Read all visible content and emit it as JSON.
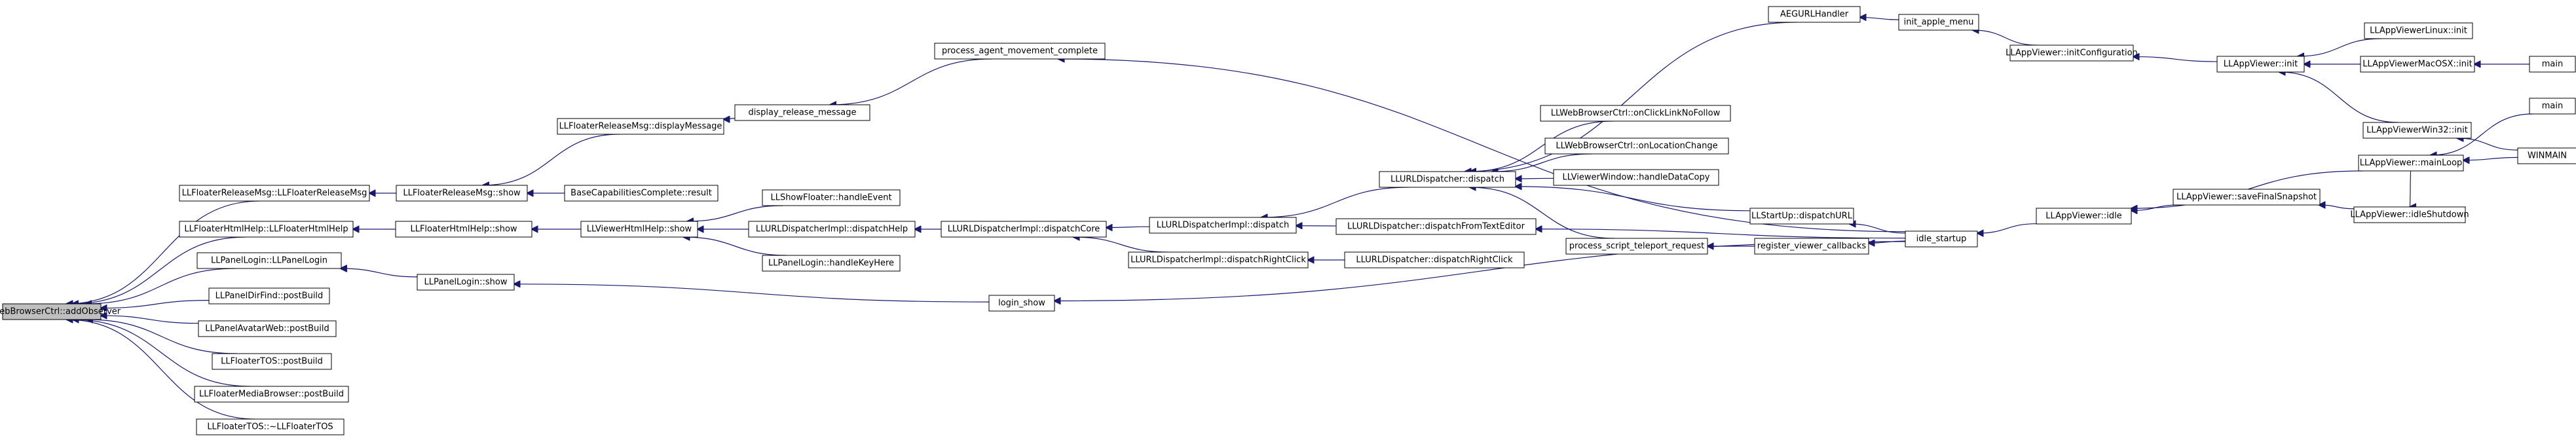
{
  "graph": {
    "edge_color": "#191970",
    "root_fill": "#bfbfbf",
    "nodes": [
      {
        "id": "n0",
        "label": "LLWebBrowserCtrl::addObserver"
      },
      {
        "id": "n1",
        "label": "LLFloaterReleaseMsg::LLFloaterReleaseMsg"
      },
      {
        "id": "n2",
        "label": "LLFloaterHtmlHelp::LLFloaterHtmlHelp"
      },
      {
        "id": "n3",
        "label": "LLPanelLogin::LLPanelLogin"
      },
      {
        "id": "n4",
        "label": "LLPanelDirFind::postBuild"
      },
      {
        "id": "n5",
        "label": "LLPanelAvatarWeb::postBuild"
      },
      {
        "id": "n6",
        "label": "LLFloaterTOS::postBuild"
      },
      {
        "id": "n7",
        "label": "LLFloaterMediaBrowser::postBuild"
      },
      {
        "id": "n8",
        "label": "LLFloaterTOS::~LLFloaterTOS"
      },
      {
        "id": "n9",
        "label": "LLFloaterReleaseMsg::show"
      },
      {
        "id": "n10",
        "label": "LLFloaterReleaseMsg::displayMessage"
      },
      {
        "id": "n11",
        "label": "BaseCapabilitiesComplete::result"
      },
      {
        "id": "n12",
        "label": "display_release_message"
      },
      {
        "id": "n13",
        "label": "process_agent_movement_complete"
      },
      {
        "id": "n14",
        "label": "LLFloaterHtmlHelp::show"
      },
      {
        "id": "n15",
        "label": "LLViewerHtmlHelp::show"
      },
      {
        "id": "n16",
        "label": "LLShowFloater::handleEvent"
      },
      {
        "id": "n17",
        "label": "LLURLDispatcherImpl::dispatchHelp"
      },
      {
        "id": "n18",
        "label": "LLPanelLogin::handleKeyHere"
      },
      {
        "id": "n19",
        "label": "LLURLDispatcherImpl::dispatchCore"
      },
      {
        "id": "n20",
        "label": "LLURLDispatcherImpl::dispatch"
      },
      {
        "id": "n21",
        "label": "LLURLDispatcherImpl::dispatchRightClick"
      },
      {
        "id": "n22",
        "label": "LLURLDispatcher::dispatch"
      },
      {
        "id": "n23",
        "label": "LLURLDispatcher::dispatchFromTextEditor"
      },
      {
        "id": "n24",
        "label": "LLURLDispatcher::dispatchRightClick"
      },
      {
        "id": "n25",
        "label": "LLPanelLogin::show"
      },
      {
        "id": "n26",
        "label": "login_show"
      },
      {
        "id": "n27",
        "label": "AEGURLHandler"
      },
      {
        "id": "n28",
        "label": "LLWebBrowserCtrl::onClickLinkNoFollow"
      },
      {
        "id": "n29",
        "label": "LLWebBrowserCtrl::onLocationChange"
      },
      {
        "id": "n30",
        "label": "LLViewerWindow::handleDataCopy"
      },
      {
        "id": "n31",
        "label": "LLStartUp::dispatchURL"
      },
      {
        "id": "n32",
        "label": "process_script_teleport_request"
      },
      {
        "id": "n33",
        "label": "register_viewer_callbacks"
      },
      {
        "id": "n34",
        "label": "idle_startup"
      },
      {
        "id": "n35",
        "label": "init_apple_menu"
      },
      {
        "id": "n36",
        "label": "LLAppViewer::initConfiguration"
      },
      {
        "id": "n37",
        "label": "LLAppViewer::init"
      },
      {
        "id": "n38",
        "label": "LLAppViewer::idle"
      },
      {
        "id": "n39",
        "label": "LLAppViewer::saveFinalSnapshot"
      },
      {
        "id": "n40",
        "label": "LLAppViewer::mainLoop"
      },
      {
        "id": "n41",
        "label": "LLAppViewer::idleShutdown"
      },
      {
        "id": "n42",
        "label": "LLAppViewerLinux::init"
      },
      {
        "id": "n43",
        "label": "LLAppViewerMacOSX::init"
      },
      {
        "id": "n44",
        "label": "LLAppViewerWin32::init"
      },
      {
        "id": "n45",
        "label": "main"
      },
      {
        "id": "n46",
        "label": "main"
      },
      {
        "id": "n47",
        "label": "WINMAIN"
      }
    ],
    "edges": [
      [
        "n1",
        "n0"
      ],
      [
        "n2",
        "n0"
      ],
      [
        "n3",
        "n0"
      ],
      [
        "n4",
        "n0"
      ],
      [
        "n5",
        "n0"
      ],
      [
        "n6",
        "n0"
      ],
      [
        "n7",
        "n0"
      ],
      [
        "n8",
        "n0"
      ],
      [
        "n9",
        "n1"
      ],
      [
        "n10",
        "n9"
      ],
      [
        "n11",
        "n9"
      ],
      [
        "n12",
        "n10"
      ],
      [
        "n13",
        "n12"
      ],
      [
        "n14",
        "n2"
      ],
      [
        "n15",
        "n14"
      ],
      [
        "n16",
        "n15"
      ],
      [
        "n17",
        "n15"
      ],
      [
        "n18",
        "n15"
      ],
      [
        "n19",
        "n17"
      ],
      [
        "n20",
        "n19"
      ],
      [
        "n21",
        "n19"
      ],
      [
        "n22",
        "n20"
      ],
      [
        "n23",
        "n20"
      ],
      [
        "n24",
        "n21"
      ],
      [
        "n25",
        "n3"
      ],
      [
        "n26",
        "n25"
      ],
      [
        "n27",
        "n22"
      ],
      [
        "n28",
        "n22"
      ],
      [
        "n29",
        "n22"
      ],
      [
        "n30",
        "n22"
      ],
      [
        "n31",
        "n22"
      ],
      [
        "n32",
        "n22"
      ],
      [
        "n33",
        "n32"
      ],
      [
        "n34",
        "n31"
      ],
      [
        "n34",
        "n33"
      ],
      [
        "n34",
        "n23"
      ],
      [
        "n34",
        "n26"
      ],
      [
        "n34",
        "n13"
      ],
      [
        "n35",
        "n27"
      ],
      [
        "n36",
        "n35"
      ],
      [
        "n37",
        "n36"
      ],
      [
        "n38",
        "n34"
      ],
      [
        "n39",
        "n38"
      ],
      [
        "n40",
        "n38"
      ],
      [
        "n41",
        "n39"
      ],
      [
        "n40",
        "n41"
      ],
      [
        "n42",
        "n37"
      ],
      [
        "n43",
        "n37"
      ],
      [
        "n44",
        "n37"
      ],
      [
        "n46",
        "n43"
      ],
      [
        "n45",
        "n40"
      ],
      [
        "n47",
        "n40"
      ],
      [
        "n47",
        "n44"
      ]
    ]
  }
}
